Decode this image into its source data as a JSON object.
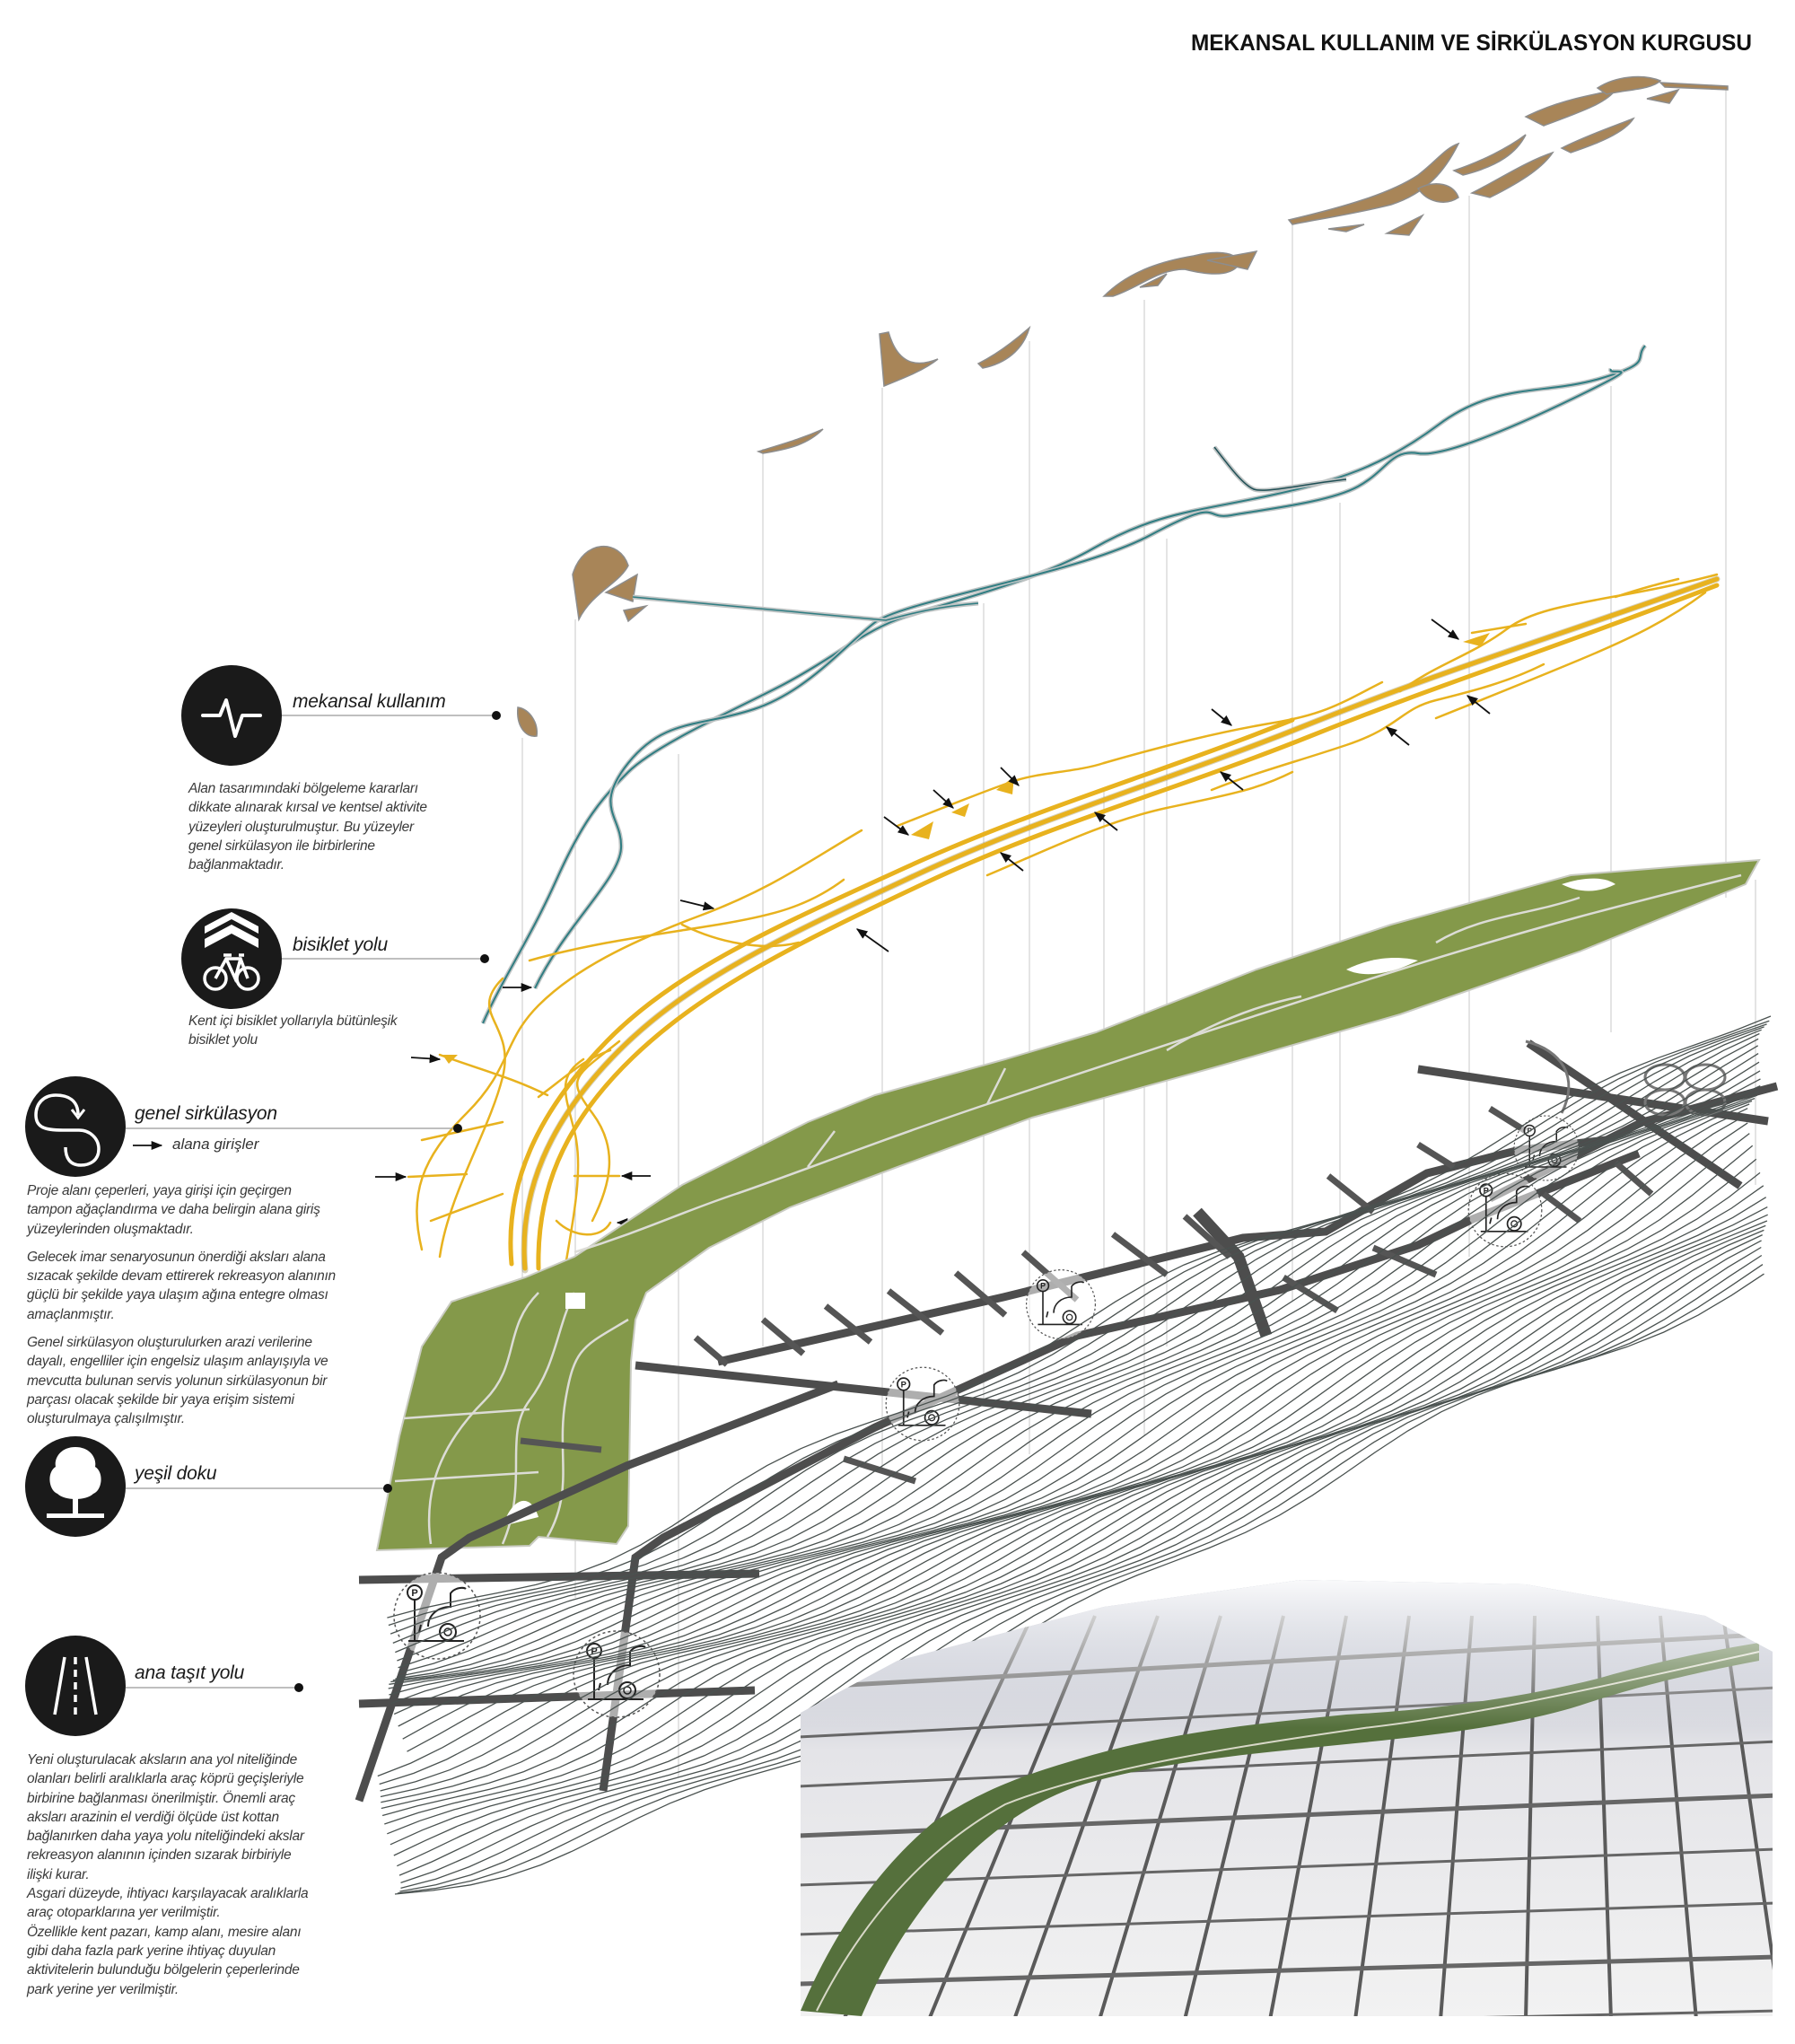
{
  "title": "MEKANSAL KULLANIM VE SİRKÜLASYON KURGUSU",
  "colors": {
    "land_use": "#a88558",
    "bike_path": "#3f8a8c",
    "circulation": "#e8b21e",
    "green": "#84994a",
    "road": "#5a5a5a",
    "contour": "#4a5250"
  },
  "legend": [
    {
      "icon": "pulse-icon",
      "label": "mekansal kullanım",
      "text": [
        "Alan tasarımındaki bölgeleme kararları",
        "dikkate alınarak kırsal ve kentsel aktivite",
        "yüzeyleri oluşturulmuştur. Bu yüzeyler",
        "genel sirkülasyon ile birbirlerine",
        "bağlanmaktadır."
      ]
    },
    {
      "icon": "bicycle-icon",
      "label": "bisiklet yolu",
      "text": [
        "Kent içi bisiklet yollarıyla bütünleşik",
        "bisiklet yolu"
      ]
    },
    {
      "icon": "loop-arrow-icon",
      "label": "genel sirkülasyon",
      "sub_label": "alana girişler",
      "text_blocks": [
        [
          "Proje alanı çeperleri, yaya girişi için geçirgen",
          "tampon ağaçlandırma ve daha belirgin alana giriş",
          "yüzeylerinden oluşmaktadır."
        ],
        [
          "Gelecek imar senaryosunun önerdiği aksları alana",
          "sızacak şekilde devam ettirerek rekreasyon alanının",
          "güçlü bir şekilde yaya ulaşım ağına entegre olması",
          "amaçlanmıştır."
        ],
        [
          "Genel sirkülasyon oluşturulurken arazi verilerine",
          "dayalı, engelliler için engelsiz ulaşım anlayışıyla ve",
          "mevcutta bulunan servis yolunun sirkülasyonun bir",
          "parçası olacak şekilde bir yaya erişim sistemi",
          "oluşturulmaya çalışılmıştır."
        ]
      ]
    },
    {
      "icon": "tree-icon",
      "label": "yeşil doku"
    },
    {
      "icon": "road-icon",
      "label": "ana taşıt yolu",
      "text": [
        "Yeni oluşturulacak aksların ana yol niteliğinde",
        "olanları belirli aralıklarla araç köprü geçişleriyle",
        "birbirine bağlanması önerilmiştir. Önemli araç",
        "aksları arazinin el verdiği ölçüde üst kottan",
        "bağlanırken daha yaya yolu niteliğindeki akslar",
        "rekreasyon alanının içinden sızarak birbiriyle",
        "ilişki kurar.",
        "Asgari düzeyde, ihtiyacı karşılayacak aralıklarla",
        "araç otoparklarına yer verilmiştir.",
        "Özellikle kent pazarı, kamp alanı, mesire alanı",
        "gibi daha fazla park yerine ihtiyaç duyulan",
        "aktivitelerin bulunduğu bölgelerin çeperlerinde",
        "park yerine  yer verilmiştir."
      ]
    }
  ],
  "parking_icon_letter": "P"
}
